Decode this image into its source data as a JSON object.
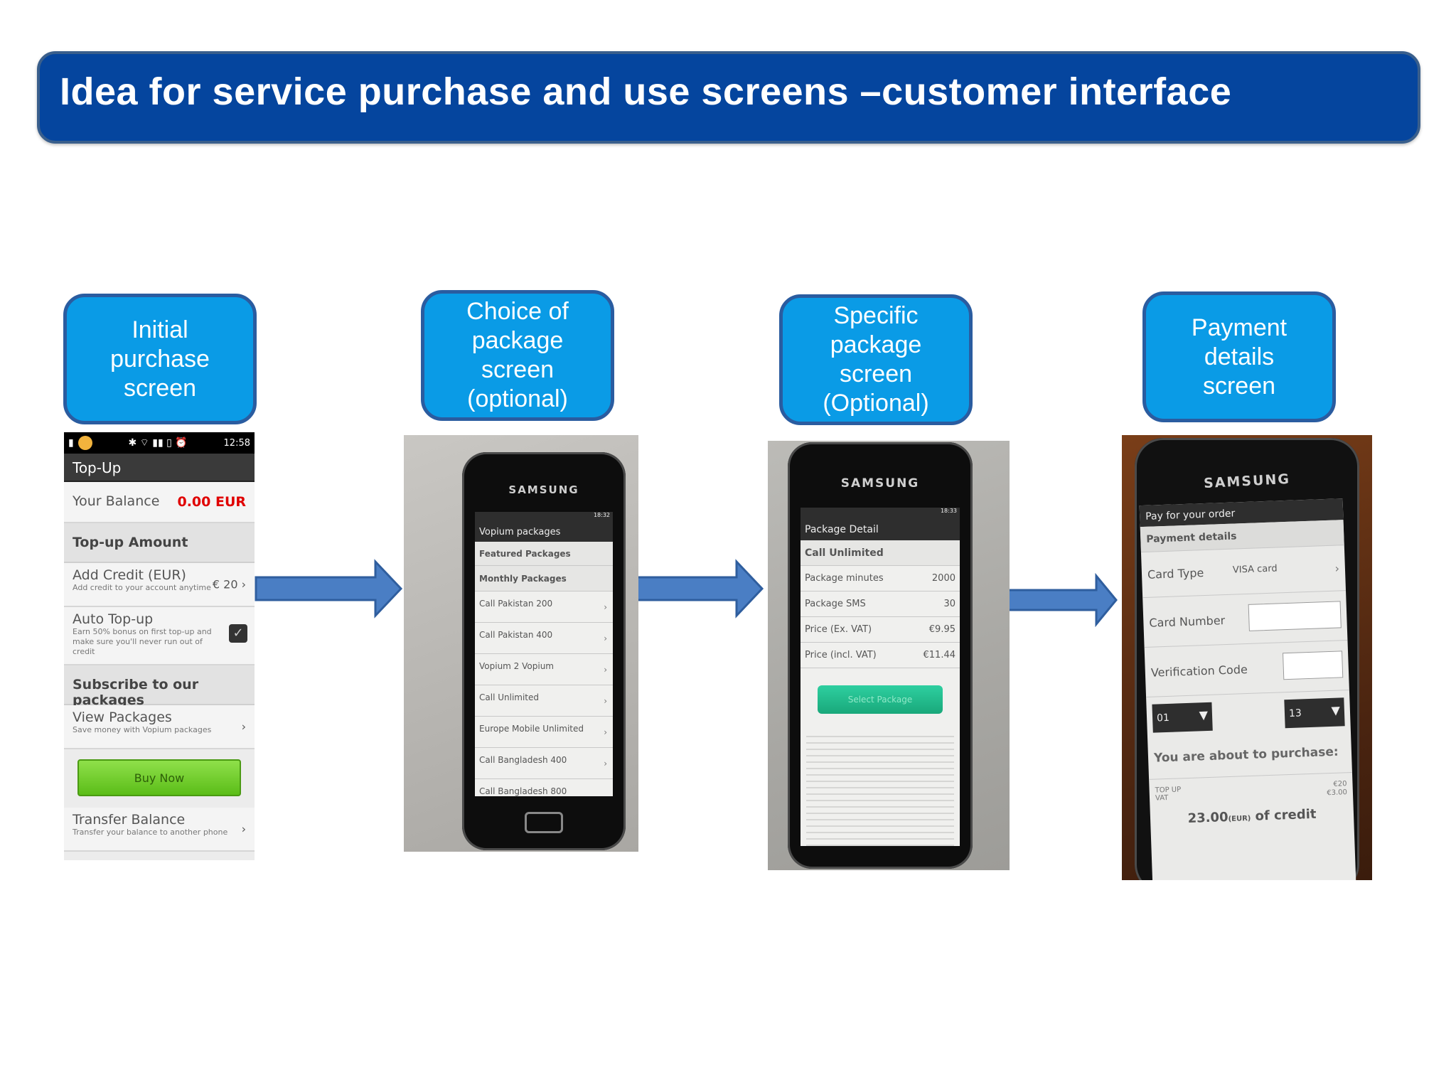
{
  "title": "Idea for service purchase and use screens –customer interface",
  "stages": [
    {
      "lines": [
        "Initial",
        "purchase",
        "screen"
      ]
    },
    {
      "lines": [
        "Choice of",
        "package",
        "screen",
        "(optional)"
      ]
    },
    {
      "lines": [
        "Specific",
        "package",
        "screen",
        "(Optional)"
      ]
    },
    {
      "lines": [
        "Payment",
        "details",
        "screen"
      ]
    }
  ],
  "screen1": {
    "time": "12:58",
    "title": "Top-Up",
    "balance_label": "Your Balance",
    "balance_value": "0.00 EUR",
    "topup_amount": "Top-up Amount",
    "add_credit": "Add Credit (EUR)",
    "add_credit_sub": "Add credit to your account anytime",
    "add_credit_value": "€ 20",
    "auto_topup": "Auto Top-up",
    "auto_topup_sub": "Earn 50% bonus on first top-up and make sure you'll never run out of credit",
    "subscribe": "Subscribe to our packages",
    "view_packages": "View Packages",
    "view_packages_sub": "Save money with Vopium packages",
    "buy_now": "Buy Now",
    "transfer": "Transfer Balance",
    "transfer_sub": "Transfer your balance to another phone"
  },
  "screen2": {
    "brand": "SAMSUNG",
    "time": "18:32",
    "title": "Vopium packages",
    "featured": "Featured Packages",
    "monthly": "Monthly Packages",
    "items": [
      "Call Pakistan 200",
      "Call Pakistan 400",
      "Vopium 2 Vopium",
      "Call Unlimited",
      "Europe Mobile Unlimited",
      "Call Bangladesh 400",
      "Call Bangladesh 800"
    ]
  },
  "screen3": {
    "brand": "SAMSUNG",
    "time": "18:33",
    "title": "Package Detail",
    "name": "Call Unlimited",
    "rows": [
      {
        "label": "Package minutes",
        "value": "2000"
      },
      {
        "label": "Package SMS",
        "value": "30"
      },
      {
        "label": "Price (Ex. VAT)",
        "value": "€9.95"
      },
      {
        "label": "Price (incl. VAT)",
        "value": "€11.44"
      }
    ],
    "button": "Select Package"
  },
  "screen4": {
    "brand": "SAMSUNG",
    "title": "Pay for your order",
    "payment_details": "Payment details",
    "card_type_label": "Card Type",
    "card_type_value": "VISA card",
    "card_number_label": "Card Number",
    "verification_label": "Verification Code",
    "month": "01",
    "year": "13",
    "purchase_text": "You are about to purchase:",
    "topup_label": "TOP UP",
    "topup_value": "€20",
    "vat_label": "VAT",
    "vat_value": "€3.00",
    "total_amount": "23.00",
    "total_currency": "(EUR)",
    "total_suffix": "of credit"
  },
  "colors": {
    "title_bg": "#05459e",
    "label_bg": "#0a9be6",
    "label_border": "#2a5ca0",
    "arrow_fill": "#4a7ec4",
    "arrow_stroke": "#2f5e9e"
  }
}
